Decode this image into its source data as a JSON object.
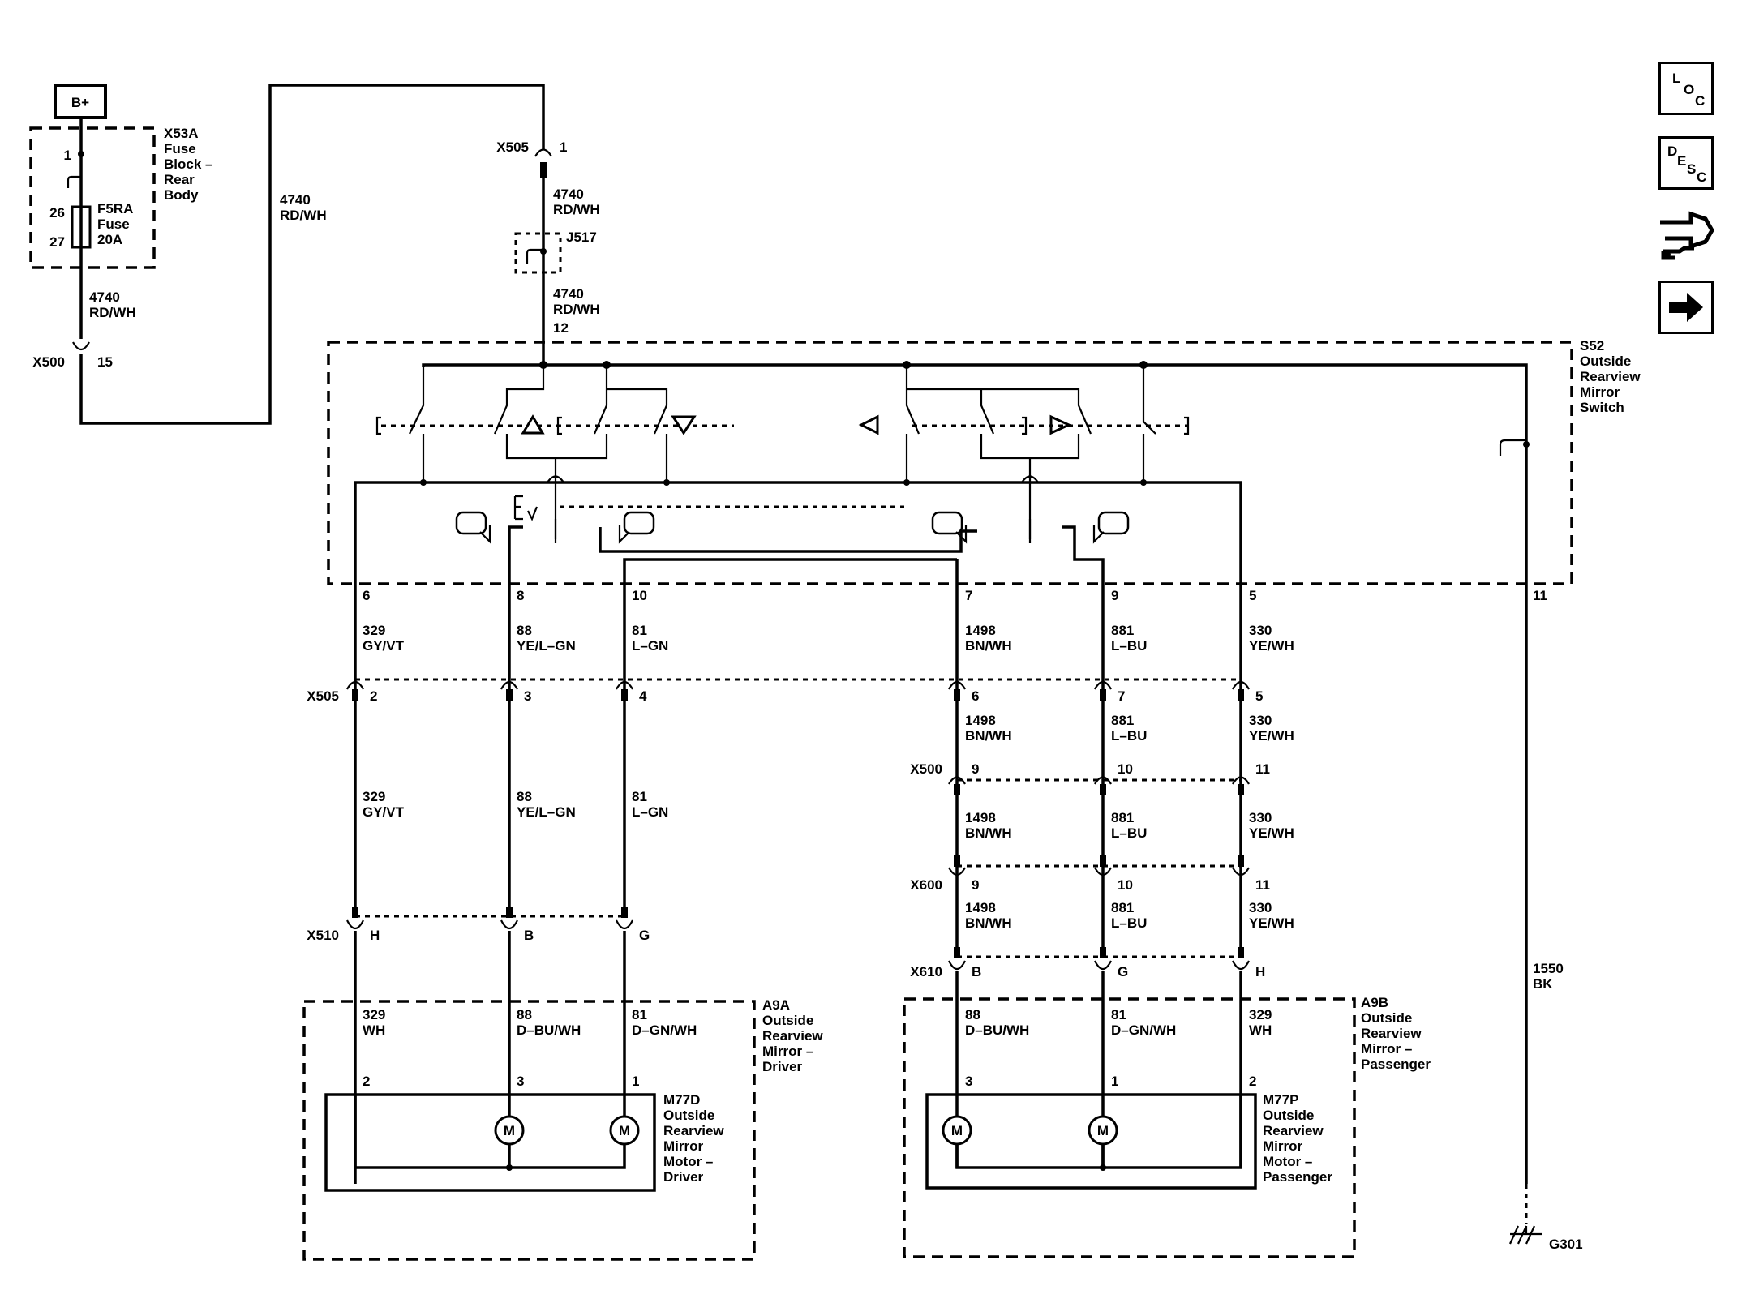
{
  "power": {
    "label": "B+"
  },
  "fuse_block": {
    "id": "X53A",
    "name": "Fuse Block – Rear Body",
    "pin_in": "1",
    "pin_a": "26",
    "pin_b": "27",
    "fuse_id": "F5RA",
    "fuse_type": "Fuse",
    "fuse_rating": "20A"
  },
  "feed_wire": {
    "circuit": "4740",
    "color": "RD/WH"
  },
  "x500_top": {
    "id": "X500",
    "pin": "15"
  },
  "x505_top": {
    "id": "X505",
    "pin": "1"
  },
  "splice": {
    "id": "J517"
  },
  "switch": {
    "id": "S52",
    "name": "Outside Rearview Mirror Switch",
    "feed_pin": "12"
  },
  "switch_pins": [
    {
      "pin": "6",
      "circuit": "329",
      "color": "GY/VT"
    },
    {
      "pin": "8",
      "circuit": "88",
      "color": "YE/L–GN"
    },
    {
      "pin": "10",
      "circuit": "81",
      "color": "L–GN"
    },
    {
      "pin": "7",
      "circuit": "1498",
      "color": "BN/WH"
    },
    {
      "pin": "9",
      "circuit": "881",
      "color": "L–BU"
    },
    {
      "pin": "5",
      "circuit": "330",
      "color": "YE/WH"
    },
    {
      "pin": "11"
    }
  ],
  "x505": {
    "id": "X505",
    "pins": [
      "2",
      "3",
      "4",
      "6",
      "7",
      "5"
    ]
  },
  "driver_wires": [
    {
      "circuit": "329",
      "color": "GY/VT"
    },
    {
      "circuit": "88",
      "color": "YE/L–GN"
    },
    {
      "circuit": "81",
      "color": "L–GN"
    }
  ],
  "passenger_wires": [
    {
      "circuit": "1498",
      "color": "BN/WH"
    },
    {
      "circuit": "881",
      "color": "L–BU"
    },
    {
      "circuit": "330",
      "color": "YE/WH"
    }
  ],
  "x500": {
    "id": "X500",
    "pins": [
      "9",
      "10",
      "11"
    ]
  },
  "x600": {
    "id": "X600",
    "pins": [
      "9",
      "10",
      "11"
    ]
  },
  "x510": {
    "id": "X510",
    "pins": [
      "H",
      "B",
      "G"
    ]
  },
  "x610": {
    "id": "X610",
    "pins": [
      "B",
      "G",
      "H"
    ]
  },
  "driver_mirror": {
    "id": "A9A",
    "name": "Outside Rearview Mirror – Driver",
    "wires": [
      {
        "circuit": "329",
        "color": "WH",
        "pin": "2"
      },
      {
        "circuit": "88",
        "color": "D–BU/WH",
        "pin": "3"
      },
      {
        "circuit": "81",
        "color": "D–GN/WH",
        "pin": "1"
      }
    ],
    "motor_id": "M77D",
    "motor_name": "Outside Rearview Mirror Motor – Driver",
    "motor_symbol": "M"
  },
  "passenger_mirror": {
    "id": "A9B",
    "name": "Outside Rearview Mirror – Passenger",
    "wires": [
      {
        "circuit": "88",
        "color": "D–BU/WH",
        "pin": "3"
      },
      {
        "circuit": "81",
        "color": "D–GN/WH",
        "pin": "1"
      },
      {
        "circuit": "329",
        "color": "WH",
        "pin": "2"
      }
    ],
    "motor_id": "M77P",
    "motor_name": "Outside Rearview Mirror Motor – Passenger",
    "motor_symbol": "M"
  },
  "ground_wire": {
    "circuit": "1550",
    "color": "BK"
  },
  "ground": {
    "id": "G301"
  },
  "nav": {
    "loc": [
      "L",
      "O",
      "C"
    ],
    "desc": [
      "D",
      "E",
      "S",
      "C"
    ],
    "icons": [
      "connector-view-icon",
      "next-page-icon"
    ]
  }
}
